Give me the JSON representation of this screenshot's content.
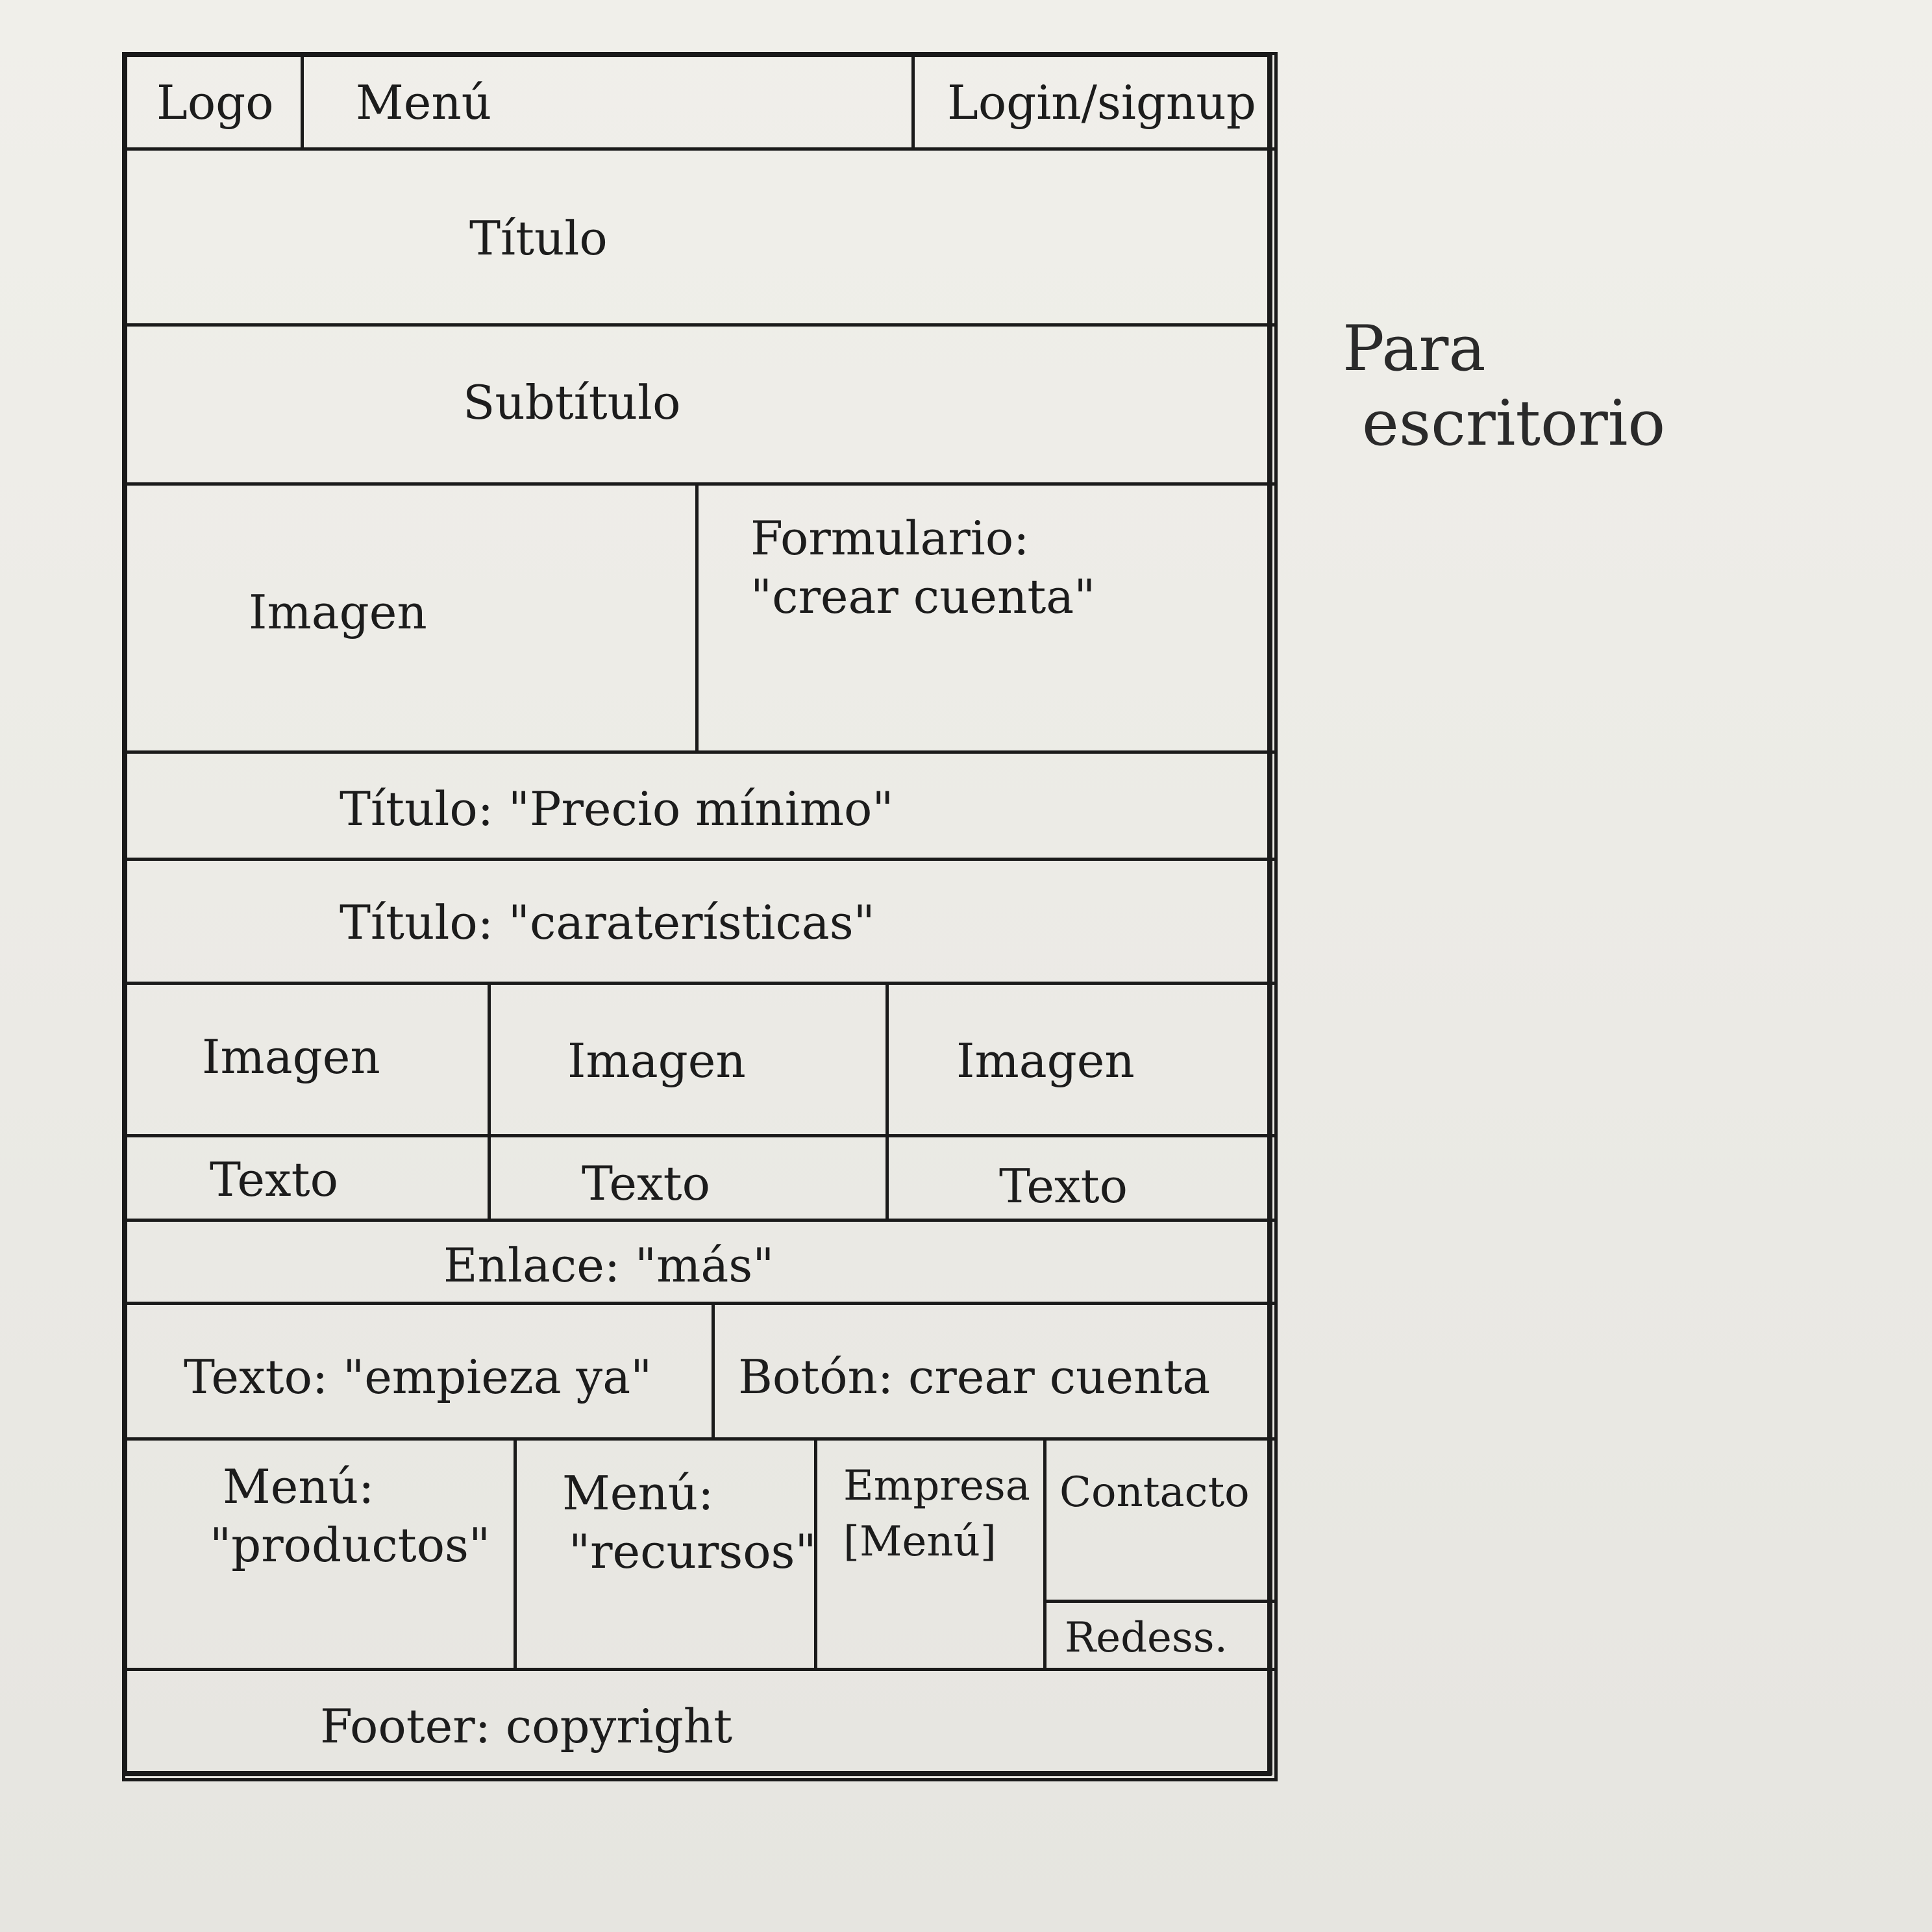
{
  "header": {
    "logo": "Logo",
    "menu": "Menú",
    "login": "Login/signup"
  },
  "hero": {
    "title": "Título",
    "subtitle": "Subtítulo"
  },
  "signup": {
    "image": "Imagen",
    "form_line1": "Formulario:",
    "form_line2": "\"crear cuenta\""
  },
  "pricing": {
    "title": "Título: \"Precio mínimo\""
  },
  "features": {
    "title": "Título: \"caraterísticas\"",
    "cards": [
      {
        "image": "Imagen",
        "text": "Texto"
      },
      {
        "image": "Imagen",
        "text": "Texto"
      },
      {
        "image": "Imagen",
        "text": "Texto"
      }
    ],
    "more_link": "Enlace: \"más\""
  },
  "cta": {
    "text": "Texto: \"empieza ya\"",
    "button": "Botón: crear cuenta"
  },
  "footer_menus": {
    "products_line1": "Menú:",
    "products_line2": "\"productos\"",
    "resources_line1": "Menú:",
    "resources_line2": "\"recursos\"",
    "company_line1": "Empresa",
    "company_line2": "[Menú]",
    "contact": "Contacto",
    "social": "Redess."
  },
  "footer": {
    "copyright": "Footer: copyright"
  },
  "side_note": {
    "line1": "Para",
    "line2": "escritorio"
  }
}
